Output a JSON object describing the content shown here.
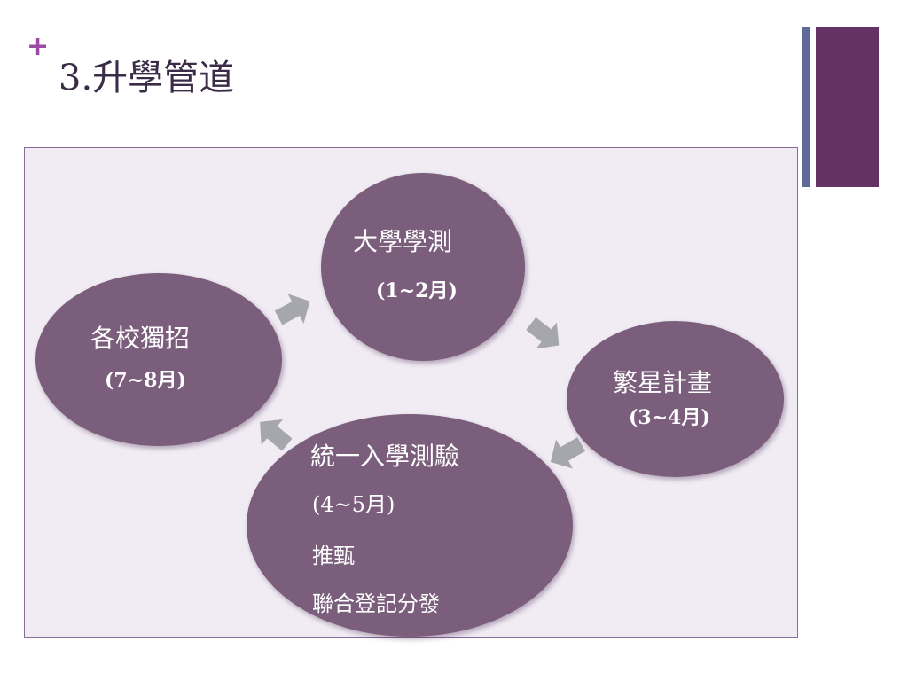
{
  "slide": {
    "plus_symbol": "+",
    "title": "3.升學管道"
  },
  "colors": {
    "accent": "#9b4aa3",
    "node_fill": "#7a5e7c",
    "arrow_fill": "#a6a6ad",
    "deco_thin": "#5f6a9c",
    "deco_thick": "#643265"
  },
  "diagram": {
    "nodes": [
      {
        "id": "daxue",
        "label": "大學學測",
        "period": "(1~2月)"
      },
      {
        "id": "fanxing",
        "label": "繁星計畫",
        "period": "(3~4月)"
      },
      {
        "id": "tongyi",
        "label": "統一入學測驗",
        "period": "(4~5月)",
        "items": [
          "推甄",
          "聯合登記分發"
        ]
      },
      {
        "id": "gexiao",
        "label": "各校獨招",
        "period": "(7~8月)"
      }
    ]
  }
}
